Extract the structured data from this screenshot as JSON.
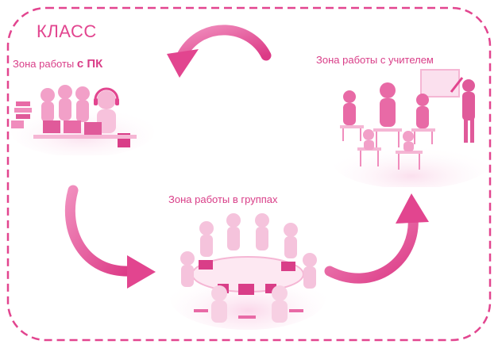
{
  "title": "КЛАСС",
  "zones": {
    "pc": {
      "label_prefix": "Зона работы",
      "label_emph": "с ПК"
    },
    "teacher": {
      "label": "Зона работы с учителем"
    },
    "groups": {
      "label": "Зона работы в группах"
    }
  },
  "colors": {
    "accent": "#e2458f",
    "figure_dark": "#e05a9a",
    "figure_light": "#f5b6d4",
    "border": "#e2458f"
  },
  "icons": [
    "pc-work-illustration",
    "teacher-board-illustration",
    "group-table-illustration",
    "cycle-arrow"
  ]
}
